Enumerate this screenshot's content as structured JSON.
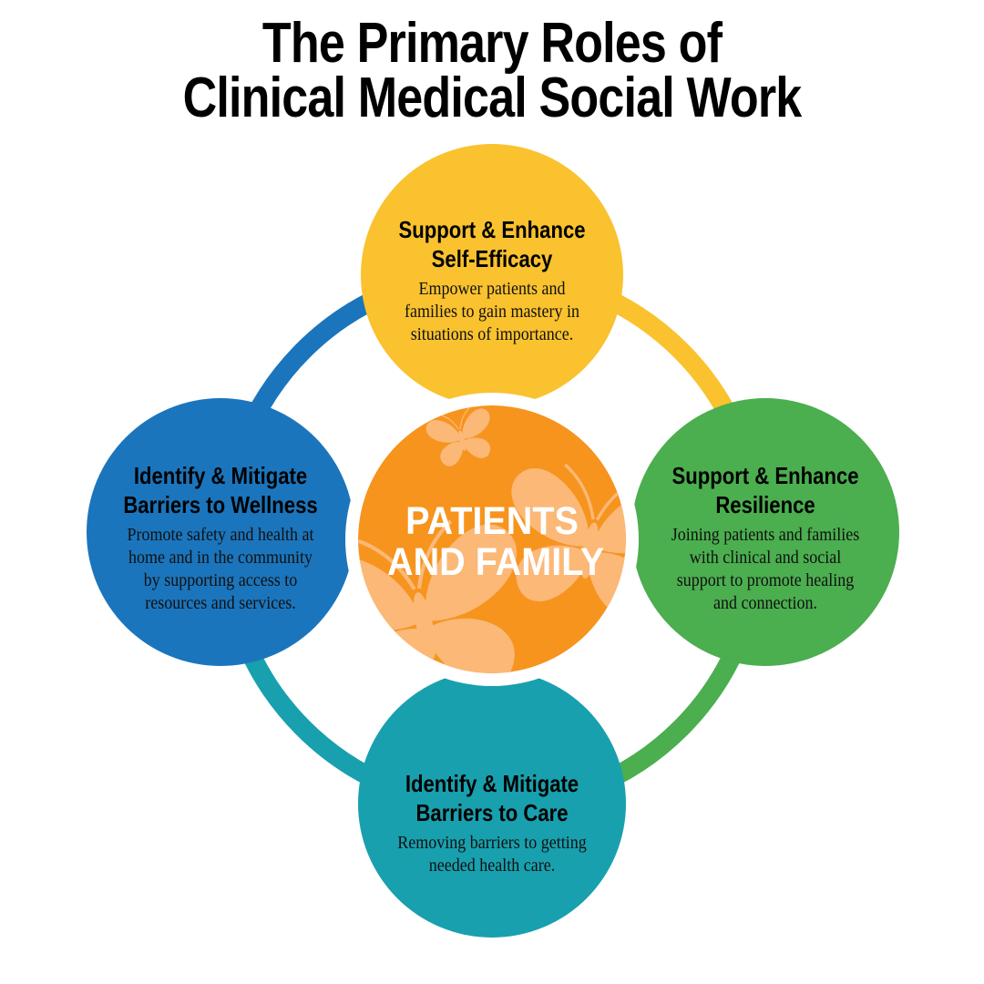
{
  "title": {
    "lines": [
      "The Primary Roles of",
      "Clinical Medical Social Work"
    ],
    "color": "#000000"
  },
  "center": {
    "label_lines": [
      "PATIENTS",
      "AND FAMILY"
    ],
    "text_color": "#FFFFFF",
    "circle_color": "#F6941E",
    "butterfly_color": "#FBB877",
    "halo_color": "#FFFFFF"
  },
  "nodes": {
    "top": {
      "heading_lines": [
        "Support & Enhance",
        "Self-Efficacy"
      ],
      "body_lines": [
        "Empower patients and",
        "families to gain mastery in",
        "situations of importance."
      ],
      "color": "#F9C22E"
    },
    "right": {
      "heading_lines": [
        "Support & Enhance",
        "Resilience"
      ],
      "body_lines": [
        "Joining patients and families",
        "with clinical and social",
        "support to promote healing",
        "and connection."
      ],
      "color": "#4BAE4F"
    },
    "bottom": {
      "heading_lines": [
        "Identify & Mitigate",
        "Barriers to Care"
      ],
      "body_lines": [
        "Removing barriers to getting",
        "needed health care."
      ],
      "color": "#18A0AE"
    },
    "left": {
      "heading_lines": [
        "Identify & Mitigate",
        "Barriers to Wellness"
      ],
      "body_lines": [
        "Promote safety and health at",
        "home and in the community",
        "by supporting access to",
        "resources and services."
      ],
      "color": "#1B75BC"
    }
  }
}
